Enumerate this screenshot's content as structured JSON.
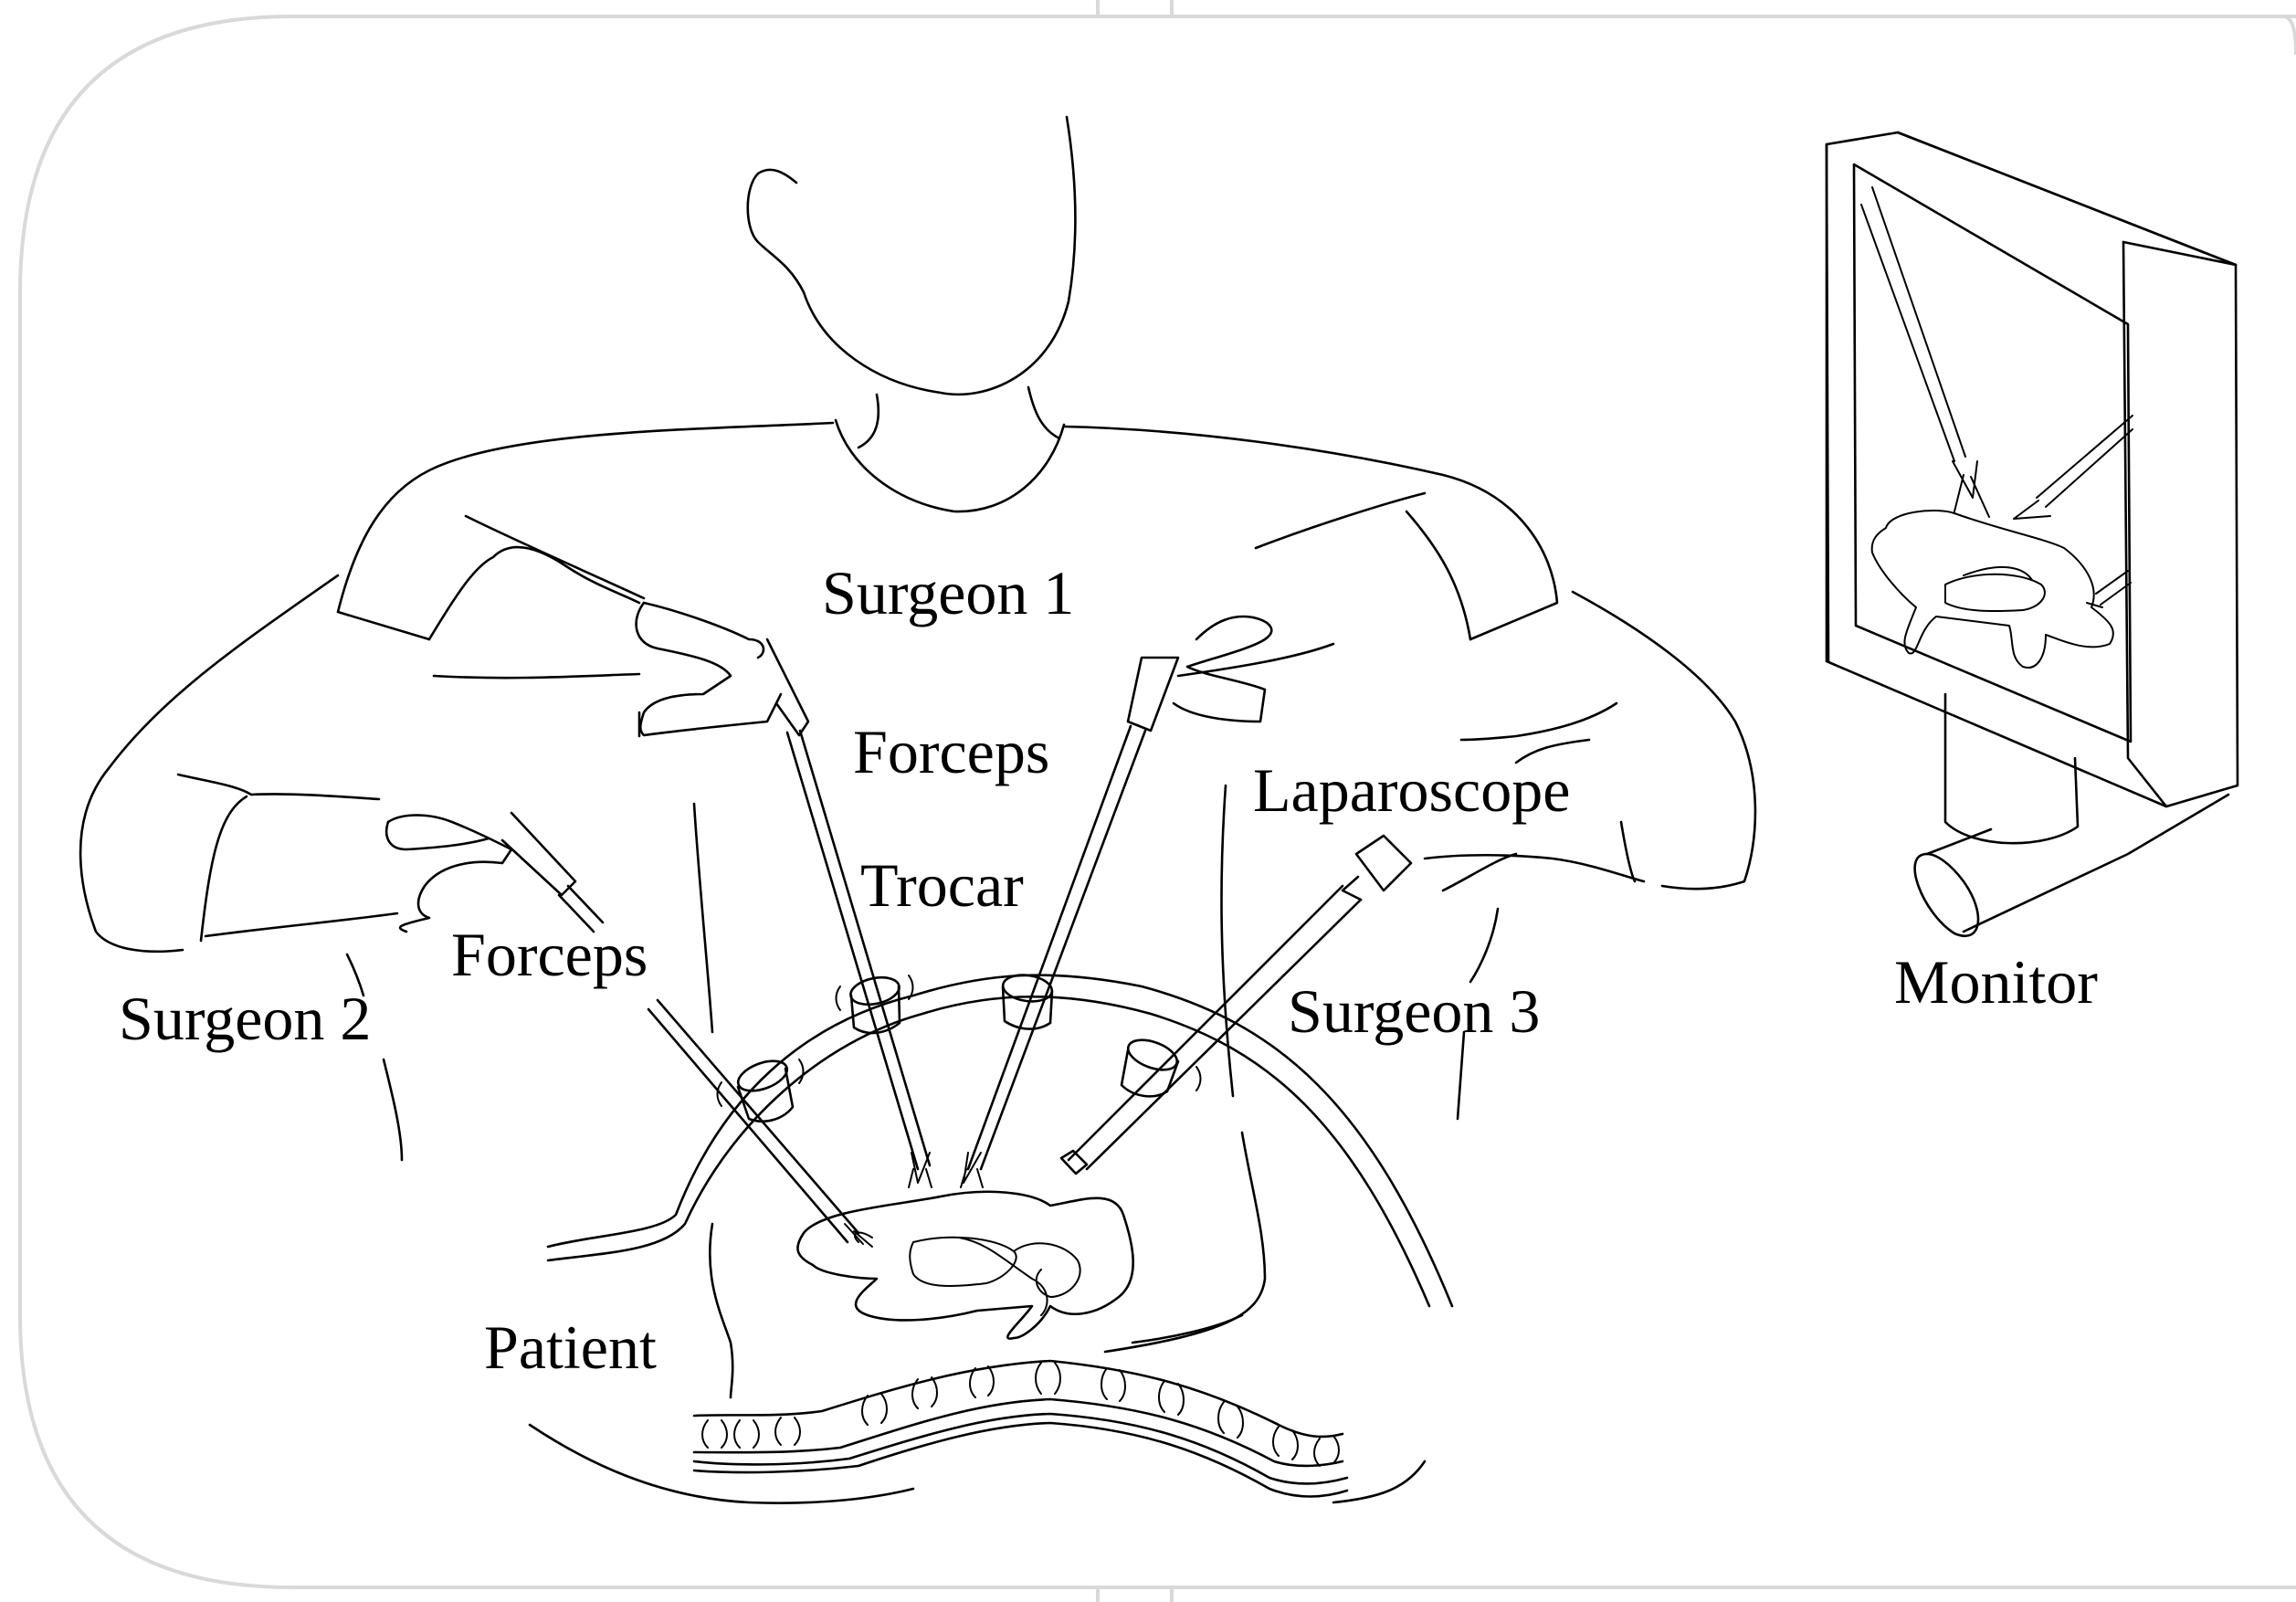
{
  "labels": {
    "surgeon1": "Surgeon 1",
    "surgeon2": "Surgeon 2",
    "surgeon3": "Surgeon 3",
    "forceps_center": "Forceps",
    "forceps_left": "Forceps",
    "trocar": "Trocar",
    "laparoscope": "Laparoscope",
    "patient": "Patient",
    "monitor": "Monitor"
  },
  "colors": {
    "ink": "#000000",
    "frame": "#d9d9d9",
    "background": "#ffffff"
  }
}
